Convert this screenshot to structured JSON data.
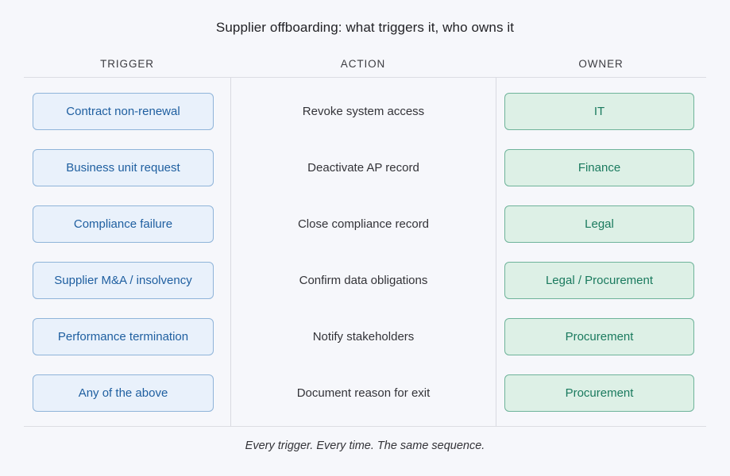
{
  "title": "Supplier offboarding: what triggers it, who owns it",
  "columns": {
    "trigger": "TRIGGER",
    "action": "ACTION",
    "owner": "OWNER"
  },
  "colors": {
    "background": "#f6f7fb",
    "trigger_fill": "#e9f1fb",
    "trigger_border": "#8fb4d9",
    "trigger_text": "#1f5fa0",
    "owner_fill": "#ddf0e6",
    "owner_border": "#6eb39a",
    "owner_text": "#1a7a5e",
    "action_text": "#333338",
    "rule": "#dcdde3",
    "title_text": "#222226"
  },
  "rows": [
    {
      "trigger": "Contract non-renewal",
      "action": "Revoke system access",
      "owner": "IT"
    },
    {
      "trigger": "Business unit request",
      "action": "Deactivate AP record",
      "owner": "Finance"
    },
    {
      "trigger": "Compliance failure",
      "action": "Close compliance record",
      "owner": "Legal"
    },
    {
      "trigger": "Supplier M&A / insolvency",
      "action": "Confirm data obligations",
      "owner": "Legal / Procurement"
    },
    {
      "trigger": "Performance termination",
      "action": "Notify stakeholders",
      "owner": "Procurement"
    },
    {
      "trigger": "Any of the above",
      "action": "Document reason for exit",
      "owner": "Procurement"
    }
  ],
  "footer": "Every trigger. Every time. The same sequence."
}
